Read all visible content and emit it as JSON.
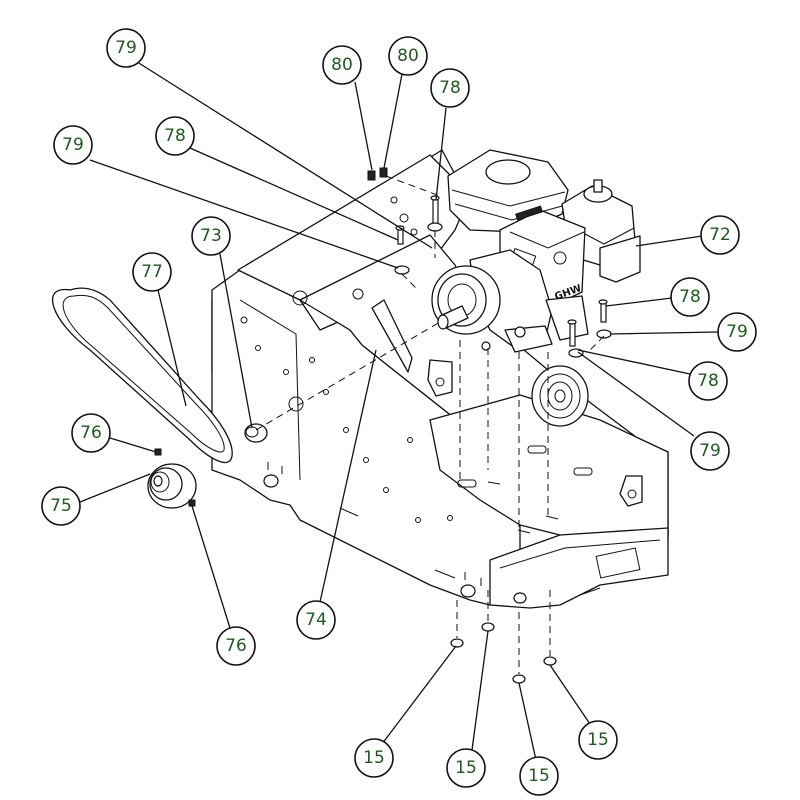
{
  "callouts": [
    {
      "label": "79"
    },
    {
      "label": "80"
    },
    {
      "label": "80"
    },
    {
      "label": "78"
    },
    {
      "label": "78"
    },
    {
      "label": "79"
    },
    {
      "label": "73"
    },
    {
      "label": "77"
    },
    {
      "label": "72"
    },
    {
      "label": "78"
    },
    {
      "label": "79"
    },
    {
      "label": "78"
    },
    {
      "label": "79"
    },
    {
      "label": "76"
    },
    {
      "label": "75"
    },
    {
      "label": "76"
    },
    {
      "label": "74"
    },
    {
      "label": "15"
    },
    {
      "label": "15"
    },
    {
      "label": "15"
    },
    {
      "label": "15"
    }
  ],
  "engine_brand_text": "GHW"
}
